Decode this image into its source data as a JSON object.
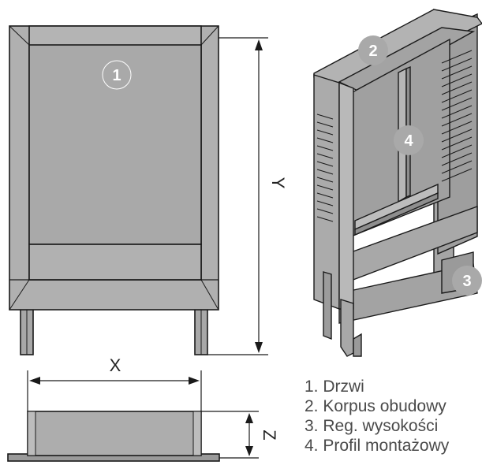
{
  "dimensions": {
    "x": "X",
    "y": "Y",
    "z": "Z"
  },
  "badges": [
    "1",
    "2",
    "3",
    "4"
  ],
  "legend": [
    "1. Drzwi",
    "2. Korpus obudowy",
    "3. Reg. wysokości",
    "4. Profil montażowy"
  ],
  "colors": {
    "panel": "#adadad",
    "panel_dark": "#8f8f8f",
    "outline": "#1a1a1a",
    "badge": "#a8a8a8",
    "text": "#4a4a4a"
  }
}
